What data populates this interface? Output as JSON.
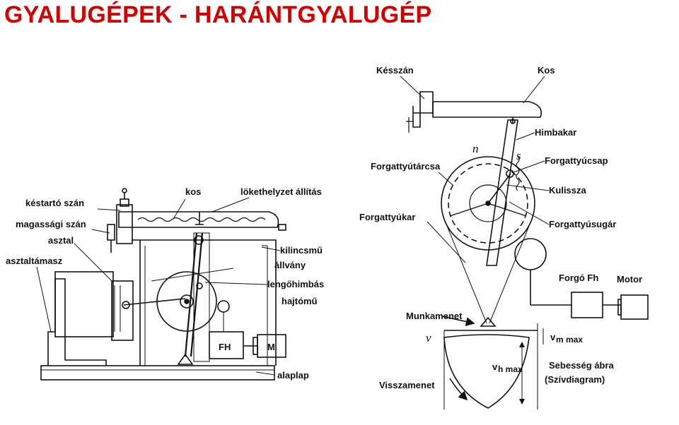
{
  "title": "GYALUGÉPEK - HARÁNTGYALUGÉP",
  "left_labels": {
    "kestarto_szan": "késtartó szán",
    "kos": "kos",
    "lokethelyzet": "lökethelyzet állítás",
    "magassagi_szan": "magassági szán",
    "asztal": "asztal",
    "asztaltamasz": "asztaltámasz",
    "kilincsmu": "kilincsmű",
    "allvany": "állvány",
    "lengohimbas": "lengőhimbás",
    "hajtomu": "hajtómű",
    "fh": "FH",
    "m": "M",
    "alaplap": "alaplap"
  },
  "right_labels": {
    "keszan": "Késszán",
    "kos": "Kos",
    "himbakar": "Himbakar",
    "n": "n",
    "s": "s",
    "forgattyutarcsa": "Forgattyútárcsa",
    "forgattyucsap": "Forgattyúcsap",
    "kulissza": "Kulissza",
    "forgattyukar": "Forgattyúkar",
    "forgattyusugar": "Forgattyúsugár",
    "forgo_fh": "Forgó Fh",
    "motor": "Motor",
    "munkamenet": "Munkamenet",
    "v": "v",
    "vm_max": "v",
    "vm_max_sub": "m max",
    "vh_max": "v",
    "vh_max_sub": "h max",
    "sebesseg_abra": "Sebesség ábra",
    "szivdiagram": "(Szívdiagram)",
    "visszamenet": "Visszamenet"
  }
}
